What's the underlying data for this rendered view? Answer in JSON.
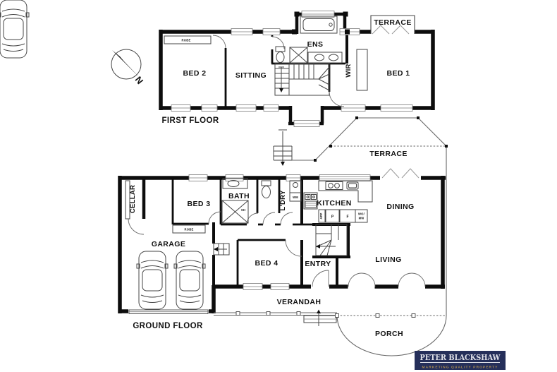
{
  "plan": {
    "compass_label": "N",
    "first_floor": {
      "title": "FIRST FLOOR",
      "bed2": "BED 2",
      "sitting": "SITTING",
      "ens": "ENS",
      "wir": "WIR",
      "bed1": "BED 1",
      "terrace": "TERRACE",
      "robe": "ROBE"
    },
    "ground_floor": {
      "title": "GROUND FLOOR",
      "cellar": "CELLAR",
      "bed3": "BED 3",
      "robe": "ROBE",
      "bath": "BATH",
      "shower": "SH",
      "laundry": "L'DRY",
      "washing_machine": "WM",
      "kitchen": "KITCHEN",
      "appliance_cupboard": "APP",
      "pantry": "P",
      "fridge": "F",
      "wall_oven": "WO/",
      "microwave": "MW",
      "dining": "DINING",
      "terrace": "TERRACE",
      "garage": "GARAGE",
      "bed4": "BED 4",
      "entry": "ENTRY",
      "living": "LIVING",
      "verandah": "VERANDAH",
      "porch": "PORCH"
    }
  },
  "logo": {
    "brand": "PETER BLACKSHAW",
    "tagline": "MARKETING QUALITY PROPERTY",
    "background_color": "#252f5a",
    "brand_color": "#e2e3ea",
    "tagline_color": "#b3914f"
  }
}
